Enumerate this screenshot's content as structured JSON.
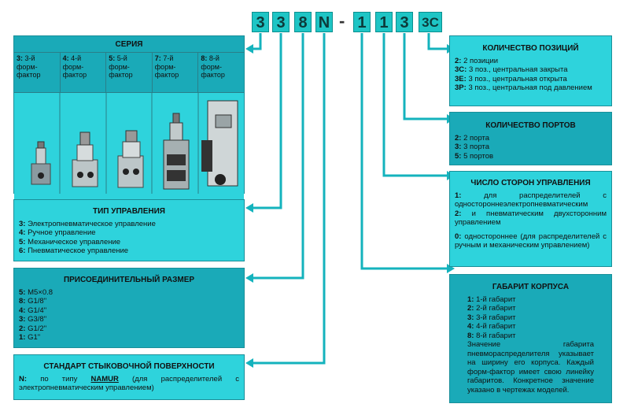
{
  "code": [
    "3",
    "3",
    "8",
    "N",
    "-",
    "1",
    "1",
    "3",
    "3C"
  ],
  "series": {
    "title": "СЕРИЯ",
    "items": [
      {
        "key": "3:",
        "text": "3-й форм-фактор"
      },
      {
        "key": "4:",
        "text": "4-й форм-фактор"
      },
      {
        "key": "5:",
        "text": "5-й форм-фактор"
      },
      {
        "key": "7:",
        "text": "7-й форм-фактор"
      },
      {
        "key": "8:",
        "text": "8-й форм-фактор"
      }
    ]
  },
  "control": {
    "title": "ТИП УПРАВЛЕНИЯ",
    "items": [
      {
        "key": "3:",
        "text": "Электропневматическое управление"
      },
      {
        "key": "4:",
        "text": "Ручное управление"
      },
      {
        "key": "5:",
        "text": "Механическое управление"
      },
      {
        "key": "6:",
        "text": "Пневматическое управление"
      }
    ]
  },
  "port_size": {
    "title": "ПРИСОЕДИНИТЕЛЬНЫЙ РАЗМЕР",
    "items": [
      {
        "key": "5:",
        "text": "M5×0.8"
      },
      {
        "key": "8:",
        "text": "G1/8\""
      },
      {
        "key": "4:",
        "text": "G1/4\""
      },
      {
        "key": "3:",
        "text": "G3/8\""
      },
      {
        "key": "2:",
        "text": "G1/2\""
      },
      {
        "key": "1:",
        "text": "G1\""
      }
    ]
  },
  "standard": {
    "title": "СТАНДАРТ СТЫКОВОЧНОЙ ПОВЕРХНОСТИ",
    "key": "N:",
    "text_a": "по типу",
    "namur": "NAMUR",
    "text_b": "(для распределителей с электропневматическим управлением)"
  },
  "positions": {
    "title": "КОЛИЧЕСТВО ПОЗИЦИЙ",
    "items": [
      {
        "key": "2:",
        "text": "2 позиции"
      },
      {
        "key": "3C:",
        "text": "3 поз., центральная закрыта"
      },
      {
        "key": "3E:",
        "text": "3 поз., центральная открыта"
      },
      {
        "key": "3P:",
        "text": "3 поз., центральная под давлением"
      }
    ]
  },
  "ports": {
    "title": "КОЛИЧЕСТВО ПОРТОВ",
    "items": [
      {
        "key": "2:",
        "text": "2 порта"
      },
      {
        "key": "3:",
        "text": "3 порта"
      },
      {
        "key": "5:",
        "text": "5 портов"
      }
    ]
  },
  "sides": {
    "title": "ЧИСЛО СТОРОН УПРАВЛЕНИЯ",
    "items": [
      {
        "key": "1:",
        "text": "для распределителей с одностороннеэлектропневматическим"
      },
      {
        "key": "2:",
        "text": "и пневматическим двухсторонним управлением"
      },
      {
        "key": "0:",
        "text": "одностороннее (для распределителей с ручным и механическим управлением)"
      }
    ]
  },
  "body_size": {
    "title": "ГАБАРИТ КОРПУСА",
    "items": [
      {
        "key": "1:",
        "text": "1-й габарит"
      },
      {
        "key": "2:",
        "text": "2-й габарит"
      },
      {
        "key": "3:",
        "text": "3-й габарит"
      },
      {
        "key": "4:",
        "text": "4-й габарит"
      },
      {
        "key": "8:",
        "text": "8-й габарит"
      }
    ],
    "note": "Значение габарита пневмораспределителя указывает на ширину его корпуса. Каждый форм-фактор имеет свою линейку габаритов. Конкретное значение указано в чертежах моделей."
  },
  "colors": {
    "light": "#2ed3dc",
    "dark": "#1aaab8",
    "code_box": "#1ec5c5",
    "connector": "#14b3bd"
  }
}
